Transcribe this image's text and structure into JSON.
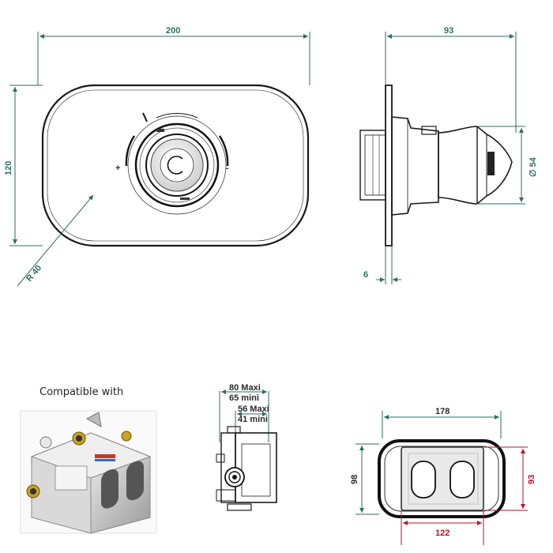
{
  "front_view": {
    "width_label": "200",
    "height_label": "120",
    "radius_label": "R 40",
    "plus_label": "+",
    "minus_label": "-"
  },
  "side_view": {
    "depth_label": "93",
    "diameter_label": "∅ 54",
    "plate_label": "6"
  },
  "compatible": {
    "caption": "Compatible with"
  },
  "box_side": {
    "max1_label": "80  Maxi",
    "min1_label": "65 mini",
    "max2_label": "56  Maxi",
    "min2_label": "41 mini"
  },
  "box_front": {
    "width_label": "178",
    "left_height_label": "98",
    "right_height_label": "93",
    "inner_width_label": "122"
  },
  "colors": {
    "dimension_green": "#2e6e5c",
    "dimension_red": "#b5142a",
    "outline": "#1a1a1a"
  }
}
